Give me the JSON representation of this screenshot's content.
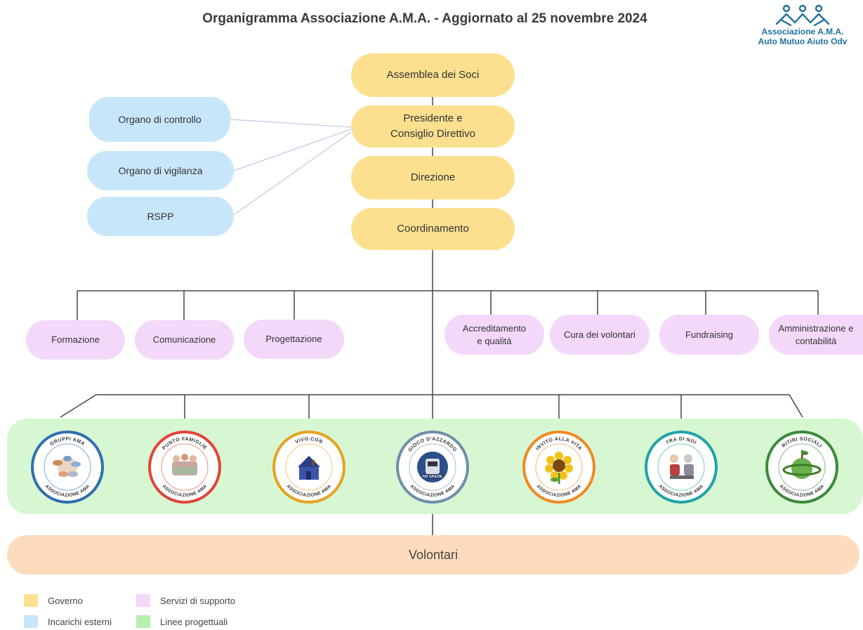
{
  "title": "Organigramma Associazione A.M.A. - Aggiornato al 25 novembre 2024",
  "logo": {
    "line1": "Associazione A.M.A.",
    "line2": "Auto Mutuo Aiuto Odv"
  },
  "governance": {
    "assemblea": "Assemblea dei Soci",
    "presidente_l1": "Presidente e",
    "presidente_l2": "Consiglio Direttivo",
    "direzione": "Direzione",
    "coordinamento": "Coordinamento"
  },
  "external": {
    "controllo": "Organo di controllo",
    "vigilanza": "Organo di vigilanza",
    "rspp": "RSPP"
  },
  "support": {
    "formazione": "Formazione",
    "comunicazione": "Comunicazione",
    "progettazione": "Progettazione",
    "accreditamento_l1": "Accreditamento",
    "accreditamento_l2": "e qualità",
    "cura_volontari": "Cura dei volontari",
    "fundraising": "Fundraising",
    "amministrazione_l1": "Amministrazione e",
    "amministrazione_l2": "contabilità"
  },
  "projects": [
    {
      "top": "GRUPPI AMA",
      "bottom": "ASSOCIAZIONE AMA",
      "ring": "#2f6fb0",
      "icon": "hands-circle-icon"
    },
    {
      "top": "PUNTO FAMIGLIE",
      "bottom": "ASSOCIAZIONE AMA",
      "ring": "#e0443a",
      "icon": "family-icon"
    },
    {
      "top": "VIVO.CON",
      "bottom": "ASSOCIAZIONE AMA",
      "ring": "#e6a21f",
      "icon": "house-icon"
    },
    {
      "top": "GIOCO D'AZZARDO",
      "bottom": "ASSOCIAZIONE AMA",
      "ring": "#6f8fa8",
      "icon": "slot-machine-icon",
      "inner": "NO GRAZIE"
    },
    {
      "top": "INVITO ALLA VITA",
      "bottom": "ASSOCIAZIONE AMA",
      "ring": "#ef8a22",
      "icon": "sunflower-icon"
    },
    {
      "top": "TRA DI NOI",
      "bottom": "ASSOCIAZIONE AMA",
      "ring": "#1fa3a6",
      "icon": "people-sitting-icon"
    },
    {
      "top": "RITIRI SOCIALI",
      "bottom": "ASSOCIAZIONE AMA",
      "ring": "#3a8a3a",
      "icon": "planet-icon"
    }
  ],
  "volontari": "Volontari",
  "legend": {
    "governo": "Governo",
    "incarichi": "Incarichi esterni",
    "servizi": "Servizi di supporto",
    "linee": "Linee progettuali"
  },
  "colors": {
    "governo": "#fce08f",
    "incarichi": "#c7e6fa",
    "servizi": "#f3d8fa",
    "linee": "#b7f0ae",
    "volontari": "#fddcbe"
  }
}
